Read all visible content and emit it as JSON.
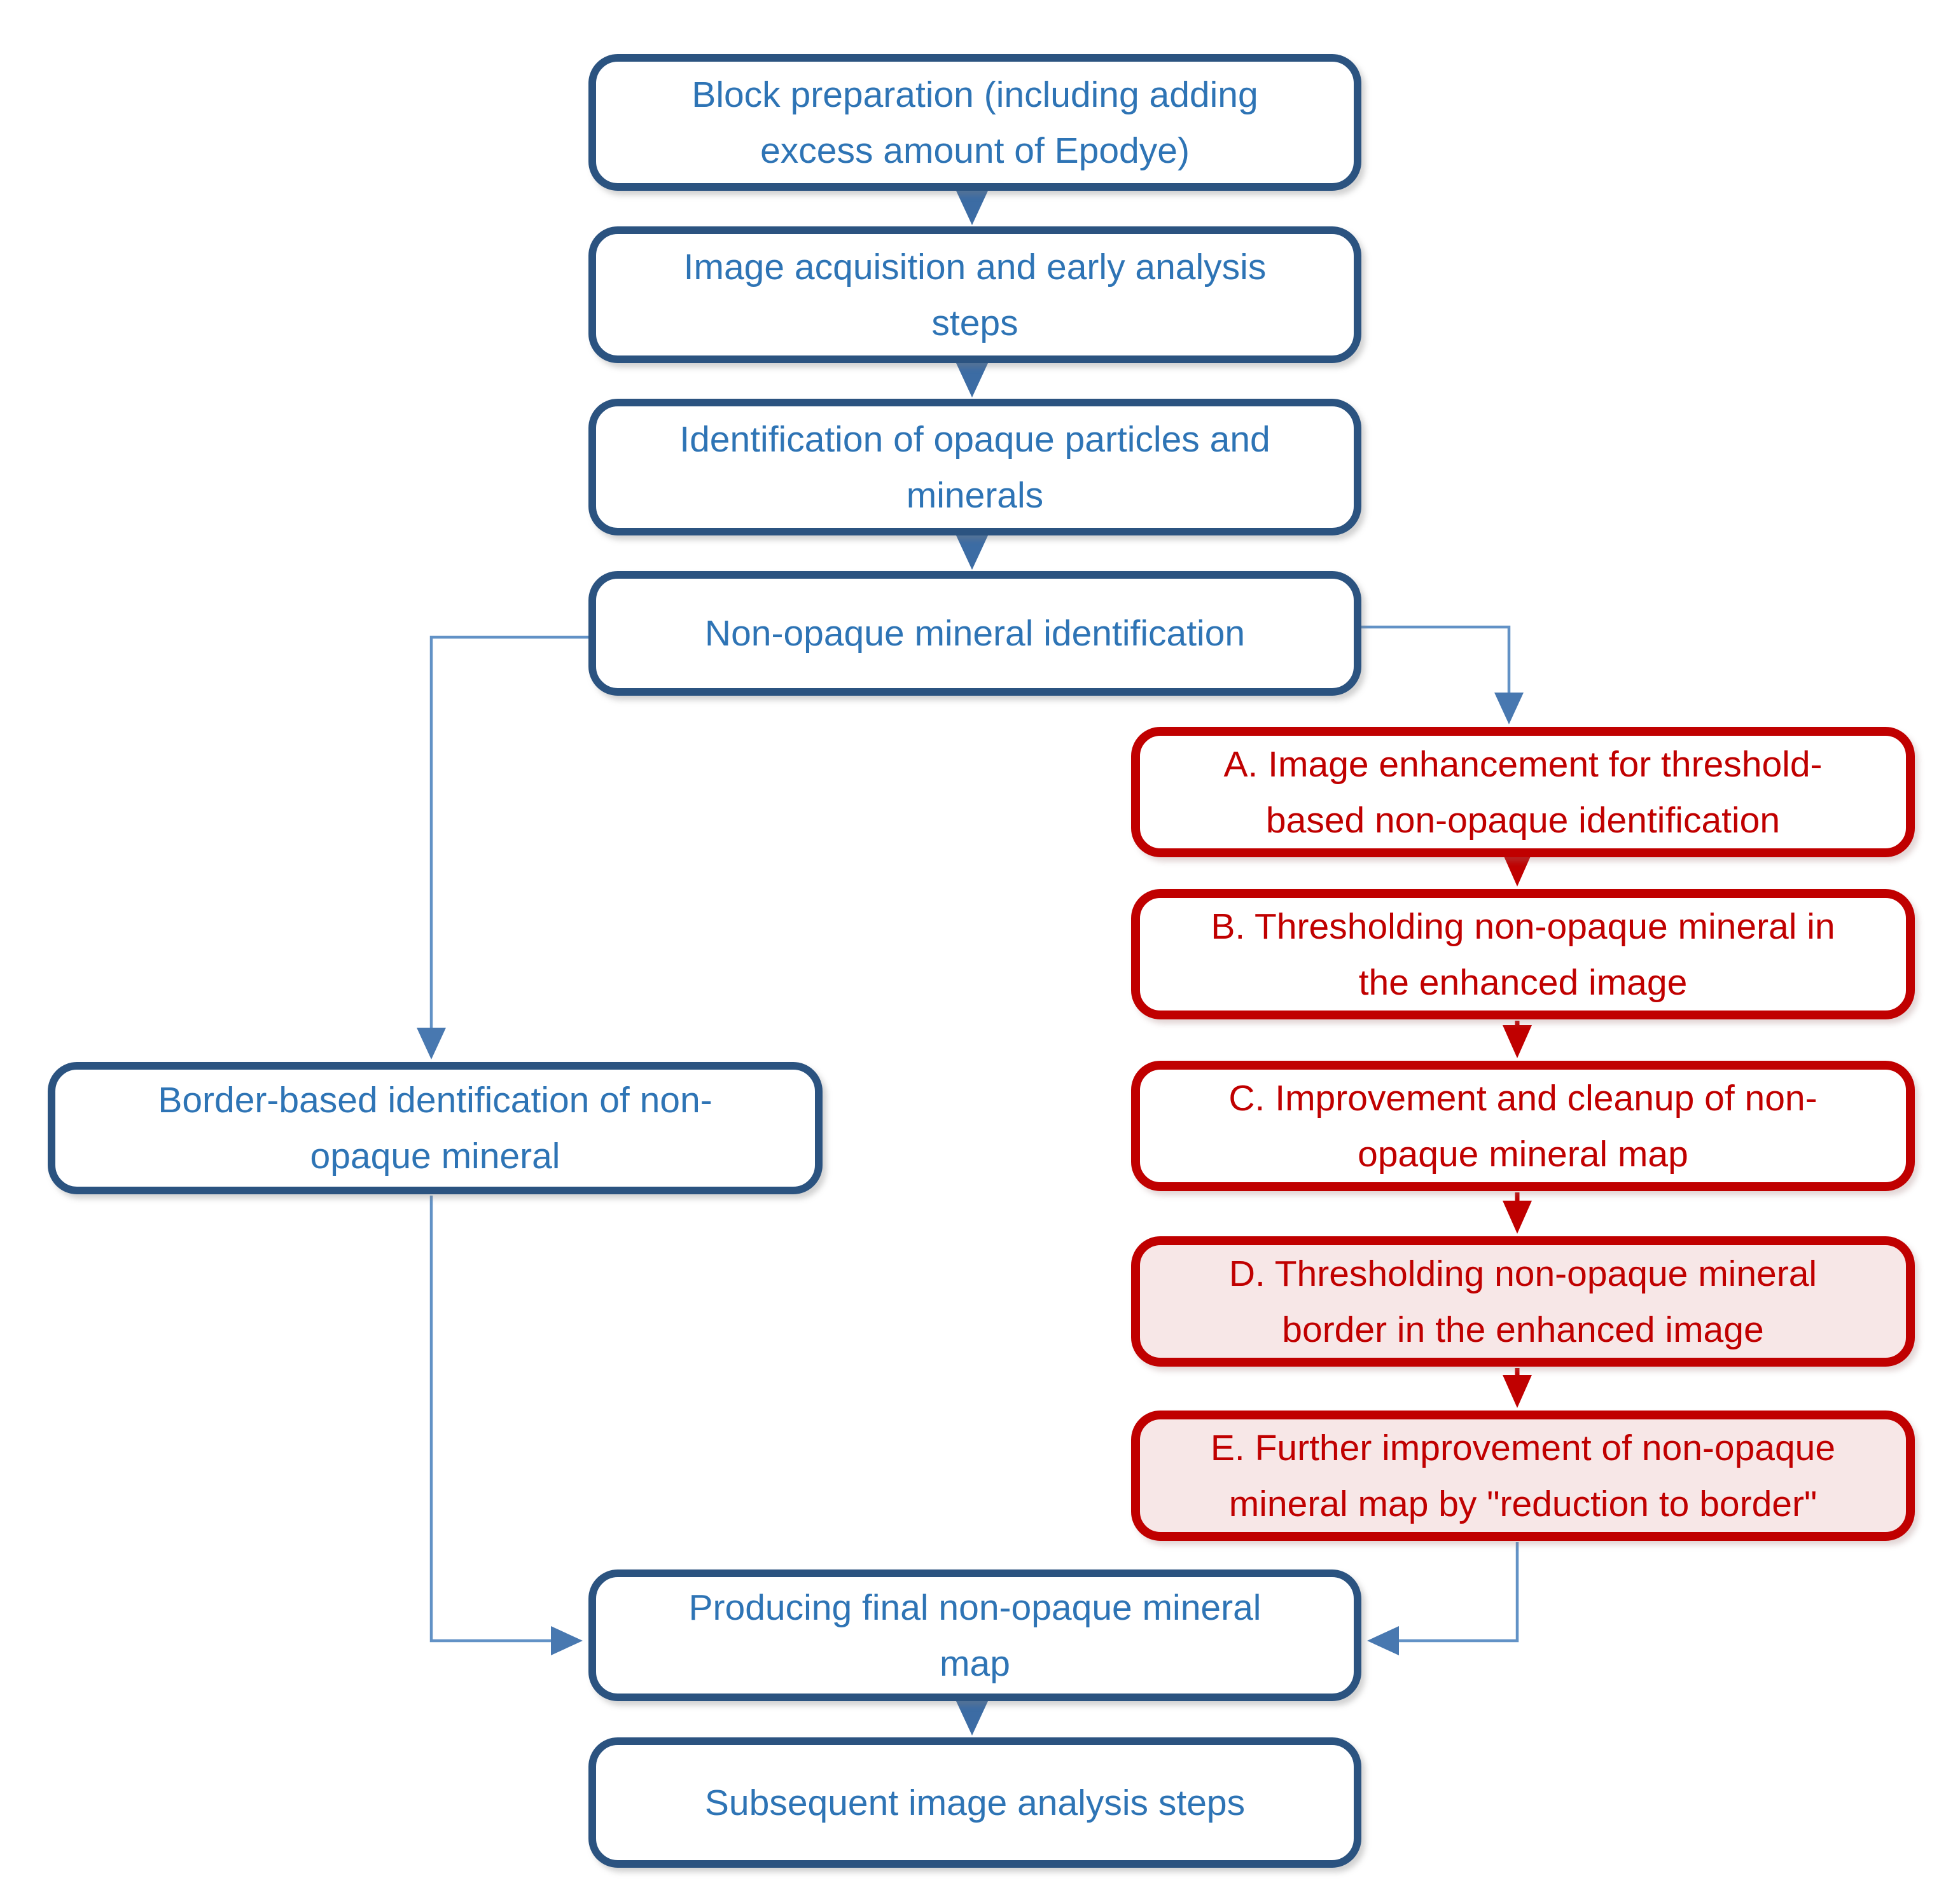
{
  "colors": {
    "blue_border": "#2B5380",
    "blue_text": "#2E74B5",
    "red": "#C00000",
    "pink_fill": "#F7E7E7",
    "connector_blue": "#3C6CA4",
    "connector_light_blue": "#6292C6",
    "connector_light_arrow": "#4878B0",
    "bg": "#FFFFFF"
  },
  "flowchart": {
    "nodes": {
      "block_preparation": {
        "label": "Block preparation (including adding\nexcess amount of Epodye)",
        "style": "blue"
      },
      "image_acquisition": {
        "label": "Image acquisition and early analysis\nsteps",
        "style": "blue"
      },
      "opaque_identification": {
        "label": "Identification of opaque particles and\nminerals",
        "style": "blue"
      },
      "non_opaque_identification": {
        "label": "Non-opaque mineral identification",
        "style": "blue"
      },
      "step_a": {
        "label": "A. Image  enhancement for threshold-\nbased non-opaque identification",
        "style": "red"
      },
      "step_b": {
        "label": "B. Thresholding non-opaque mineral in\nthe enhanced image",
        "style": "red"
      },
      "step_c": {
        "label": "C. Improvement and cleanup of  non-\nopaque mineral map",
        "style": "red"
      },
      "step_d": {
        "label": "D. Thresholding non-opaque mineral\nborder in the enhanced image",
        "style": "red-filled"
      },
      "step_e": {
        "label": "E. Further improvement of non-opaque\nmineral map by \"reduction to border\"",
        "style": "red-filled"
      },
      "border_based_identification": {
        "label": "Border-based identification of non-\nopaque mineral",
        "style": "blue"
      },
      "producing_final_map": {
        "label": "Producing final non-opaque mineral\nmap",
        "style": "blue"
      },
      "subsequent_steps": {
        "label": "Subsequent image analysis steps",
        "style": "blue"
      }
    },
    "edges": [
      {
        "from": "block_preparation",
        "to": "image_acquisition",
        "color": "blue"
      },
      {
        "from": "image_acquisition",
        "to": "opaque_identification",
        "color": "blue"
      },
      {
        "from": "opaque_identification",
        "to": "non_opaque_identification",
        "color": "blue"
      },
      {
        "from": "non_opaque_identification",
        "to": "border_based_identification",
        "color": "light-blue"
      },
      {
        "from": "non_opaque_identification",
        "to": "step_a",
        "color": "light-blue"
      },
      {
        "from": "step_a",
        "to": "step_b",
        "color": "red"
      },
      {
        "from": "step_b",
        "to": "step_c",
        "color": "red"
      },
      {
        "from": "step_c",
        "to": "step_d",
        "color": "red"
      },
      {
        "from": "step_d",
        "to": "step_e",
        "color": "red"
      },
      {
        "from": "border_based_identification",
        "to": "producing_final_map",
        "color": "light-blue"
      },
      {
        "from": "step_e",
        "to": "producing_final_map",
        "color": "light-blue"
      },
      {
        "from": "producing_final_map",
        "to": "subsequent_steps",
        "color": "blue"
      }
    ]
  }
}
